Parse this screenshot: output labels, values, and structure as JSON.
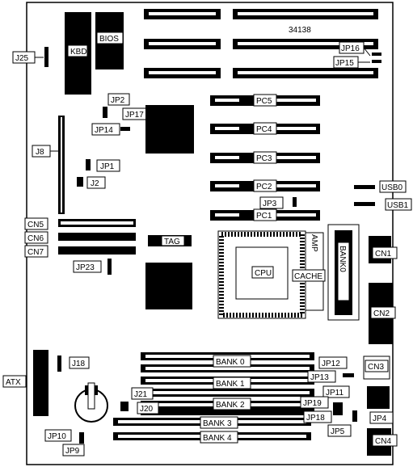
{
  "board_number": "34138",
  "labels": {
    "kbd": "KBD",
    "bios": "BIOS",
    "j25": "J25",
    "jp16": "JP16",
    "jp15": "JP15",
    "jp2": "JP2",
    "jp17": "JP17",
    "jp14": "JP14",
    "j8": "J8",
    "jp1": "JP1",
    "j2": "J2",
    "pc5": "PC5",
    "pc4": "PC4",
    "pc3": "PC3",
    "pc2": "PC2",
    "pc1": "PC1",
    "jp3": "JP3",
    "usb0": "USB0",
    "usb1": "USB1",
    "cn5": "CN5",
    "cn6": "CN6",
    "cn7": "CN7",
    "tag": "TAG",
    "amp": "AMP",
    "bank0_vertical": "BANK0",
    "cn1": "CN1",
    "jp23": "JP23",
    "cpu": "CPU",
    "cache": "CACHE",
    "cn2": "CN2",
    "atx": "ATX",
    "j18": "J18",
    "bank_0": "BANK 0",
    "bank_1": "BANK 1",
    "bank_2": "BANK 2",
    "bank_3": "BANK 3",
    "bank_4": "BANK 4",
    "jp12": "JP12",
    "jp13": "JP13",
    "cn3": "CN3",
    "jp11": "JP11",
    "j21": "J21",
    "j20": "J20",
    "jp19": "JP19",
    "jp18": "JP18",
    "jp4": "JP4",
    "jp5": "JP5",
    "cn4": "CN4",
    "jp10": "JP10",
    "jp9": "JP9"
  }
}
